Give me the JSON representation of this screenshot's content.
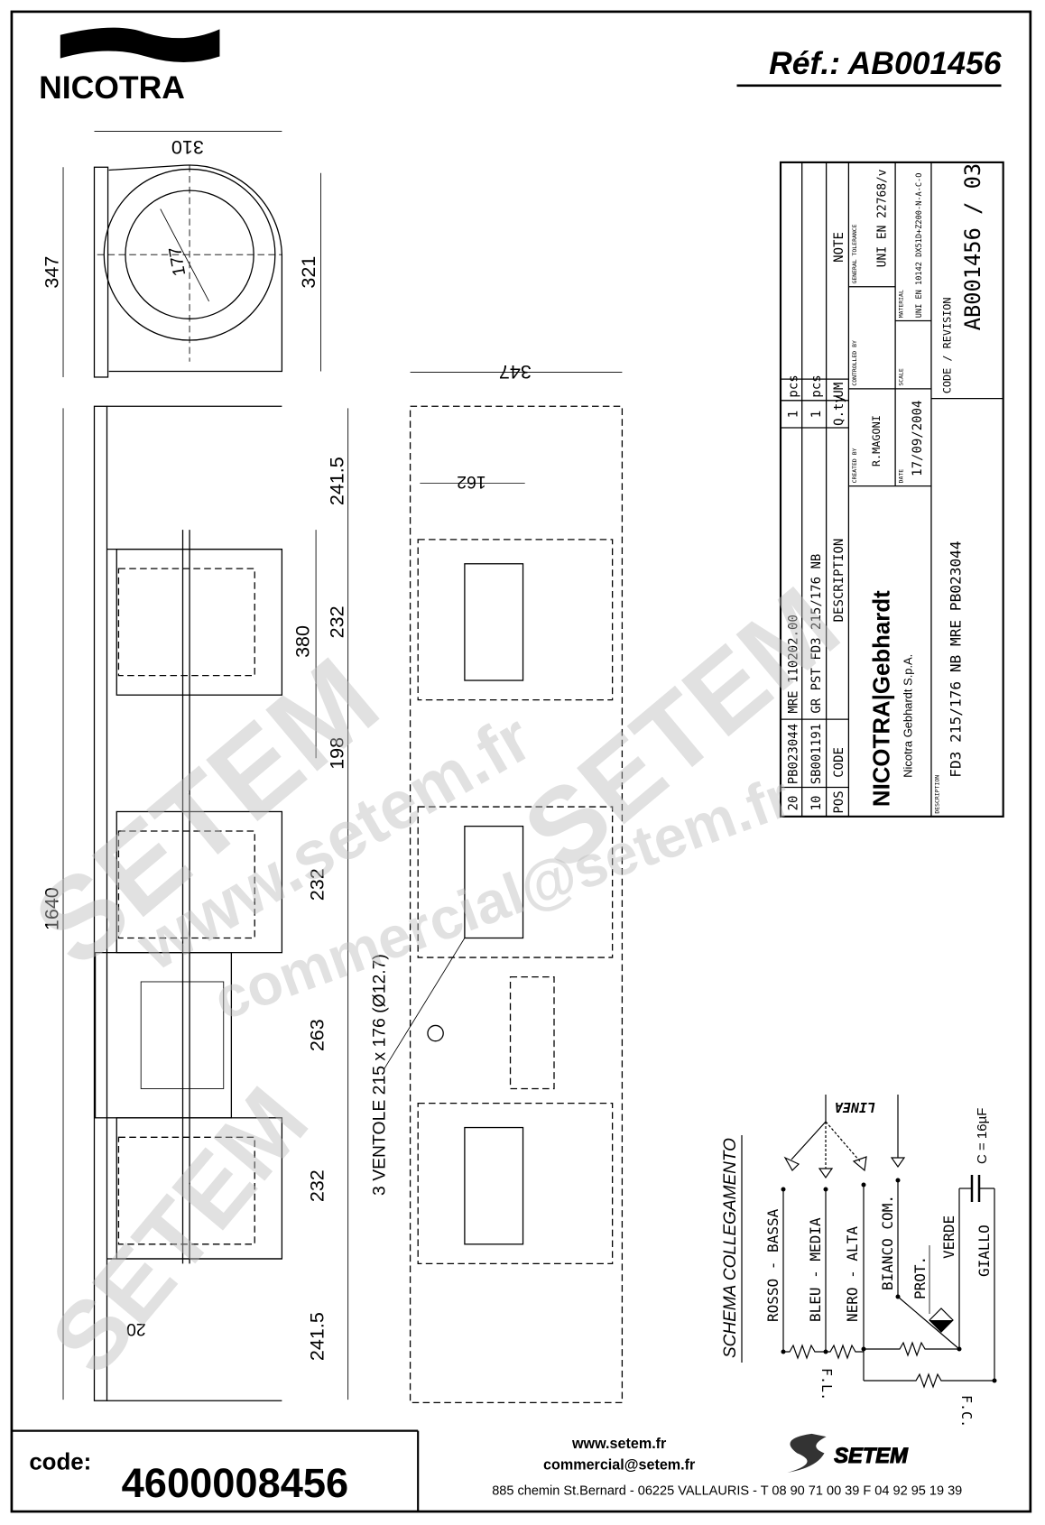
{
  "header": {
    "brand": "NICOTRA",
    "reference": "Réf.: AB001456"
  },
  "drawing": {
    "top_view": {
      "width": "310",
      "height_left": "347",
      "height_right": "321",
      "diameter": "177"
    },
    "side_view": {
      "total_length": "1640",
      "end_top": "241.5",
      "fan1": "232",
      "span": "380",
      "gap": "198",
      "fan2": "232",
      "motor": "263",
      "fan3": "232",
      "end_bottom": "241.5",
      "offset": "20"
    },
    "front_view": {
      "width": "347",
      "fan_width": "162",
      "fans_note": "3 VENTOLE 215 x 176 (Ø12.7)"
    }
  },
  "title_block": {
    "rows": [
      {
        "pos": "20",
        "code": "PB023044",
        "description": "MRE 110202.00",
        "qty": "1",
        "um": "pcs"
      },
      {
        "pos": "10",
        "code": "SB001191",
        "description": "GR PST FD3 215/176 NB",
        "qty": "1",
        "um": "pcs"
      }
    ],
    "headers": {
      "pos": "POS",
      "code": "CODE",
      "description": "DESCRIPTION",
      "qty": "Q.ty",
      "um": "UM",
      "note": "NOTE"
    },
    "company_logo": "NICOTRA|Gebhardt",
    "company_name": "Nicotra Gebhardt S.p.A.",
    "created_by_label": "CREATED BY",
    "created_by": "R.MAGONI",
    "date_label": "DATE",
    "date": "17/09/2004",
    "controlled_by_label": "CONTROLLED BY",
    "scale_label": "SCALE",
    "tolerance_label": "GENERAL TOLERANCE",
    "tolerance": "UNI EN 22768/v",
    "material_label": "MATERIAL",
    "material": "UNI EN 10142 DX51D+Z200-N-A-C-O",
    "description_label": "DESCRIPTION",
    "description": "FD3 215/176 NB MRE PB023044",
    "code_revision_label": "CODE / REVISION",
    "code_revision": "AB001456 / 03"
  },
  "wiring": {
    "title": "SCHEMA COLLEGAMENTO",
    "line": "LINEA",
    "rosso": "ROSSO - BASSA",
    "bleu": "BLEU - MEDIA",
    "nero": "NERO - ALTA",
    "bianco": "BIANCO COM.",
    "prot": "PROT.",
    "verde": "VERDE",
    "giallo": "GIALLO",
    "capacitor": "C = 16µF",
    "fl": "F.L.",
    "fc": "F.C."
  },
  "watermark": {
    "a": "SETEM",
    "b": "www.setem.fr",
    "c": "commercial@setem.fr"
  },
  "footer": {
    "code_label": "code:",
    "code": "4600008456",
    "website": "www.setem.fr",
    "email": "commercial@setem.fr",
    "address": "885 chemin St.Bernard  -  06225 VALLAURIS  -  T 08 90 71 00 39  F 04 92 95 19 39",
    "logo_text": "SETEM"
  }
}
